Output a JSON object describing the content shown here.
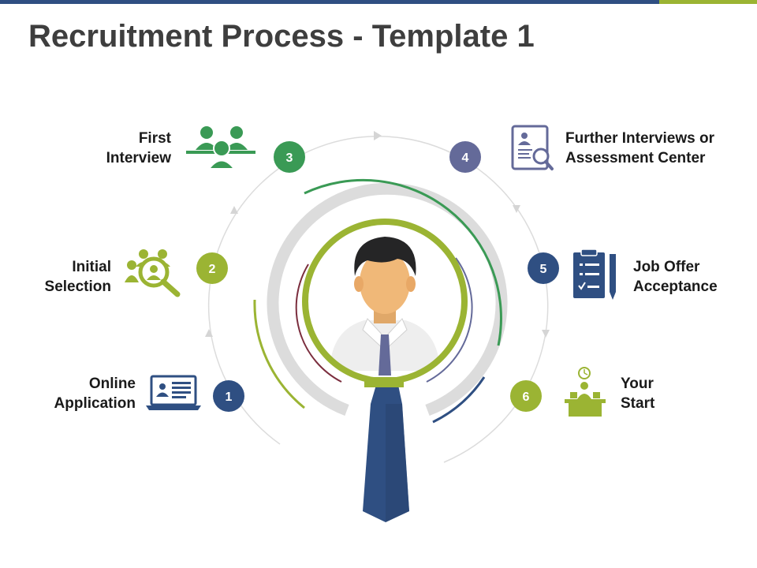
{
  "title": "Recruitment Process - Template 1",
  "colors": {
    "navy": "#2f4f82",
    "green": "#3a9a55",
    "lime": "#9bb433",
    "slate": "#646a99",
    "gray_ring": "#dcdcdc"
  },
  "steps": [
    {
      "number": "1",
      "line1": "Online",
      "line2": "Application",
      "icon": "laptop-profile-icon",
      "color": "#2f4f82"
    },
    {
      "number": "2",
      "line1": "Initial",
      "line2": "Selection",
      "icon": "group-search-icon",
      "color": "#9bb433"
    },
    {
      "number": "3",
      "line1": "First",
      "line2": "Interview",
      "icon": "interview-table-icon",
      "color": "#3a9a55"
    },
    {
      "number": "4",
      "line1": "Further Interviews or",
      "line2": "Assessment Center",
      "icon": "document-search-icon",
      "color": "#646a99"
    },
    {
      "number": "5",
      "line1": "Job Offer",
      "line2": "Acceptance",
      "icon": "clipboard-pen-icon",
      "color": "#2f4f82"
    },
    {
      "number": "6",
      "line1": "Your",
      "line2": "Start",
      "icon": "desk-clock-icon",
      "color": "#9bb433"
    }
  ]
}
